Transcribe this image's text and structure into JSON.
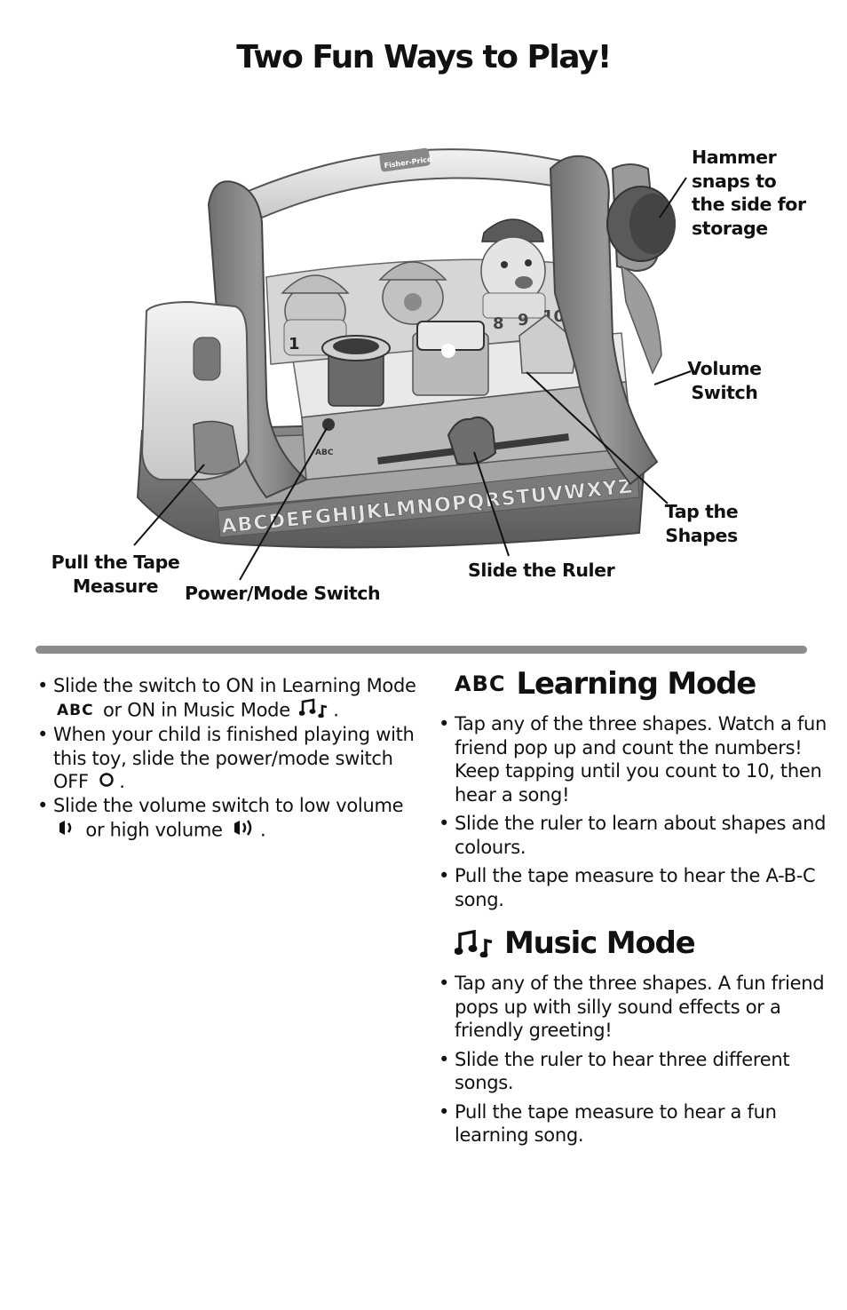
{
  "title": "Two Fun Ways to Play!",
  "callouts": {
    "hammer": [
      "Hammer",
      "snaps to",
      "the side for",
      "storage"
    ],
    "volume": [
      "Volume",
      "Switch"
    ],
    "tap_shapes": [
      "Tap the",
      "Shapes"
    ],
    "tape_measure": [
      "Pull the Tape",
      "Measure"
    ],
    "power_mode": "Power/Mode Switch",
    "ruler": "Slide the Ruler"
  },
  "toy_print": {
    "brand": "Fisher-Price",
    "numbers": [
      "1",
      "8",
      "9",
      "10"
    ],
    "switch_label": "ABC",
    "alphabet": "ABCDEFGHIJKLMNOPQRSTUVWXYZ"
  },
  "setup": {
    "b1_pre": "Slide the switch to ON in Learning Mode",
    "b1_abc": "ABC",
    "b1_mid": "or ON in Music Mode",
    "b1_end": ".",
    "b2_pre": "When your child is finished playing with this toy, slide the power/mode switch OFF",
    "b2_end": ".",
    "b3_pre": "Slide the volume switch to low volume",
    "b3_mid": "or high volume",
    "b3_end": "."
  },
  "learning_mode": {
    "icon_text": "ABC",
    "title": "Learning Mode",
    "bullets": [
      "Tap any of the three shapes. Watch a fun friend pop up and count the numbers! Keep tapping until you count to 10, then hear a song!",
      "Slide the ruler to learn about shapes and colours.",
      "Pull the tape measure to hear the A-B-C song."
    ]
  },
  "music_mode": {
    "title": "Music Mode",
    "bullets": [
      "Tap any of the three shapes. A fun friend pops up with silly sound effects or a friendly greeting!",
      "Slide the ruler to hear three different songs.",
      "Pull the tape measure to hear a fun learning song."
    ]
  }
}
